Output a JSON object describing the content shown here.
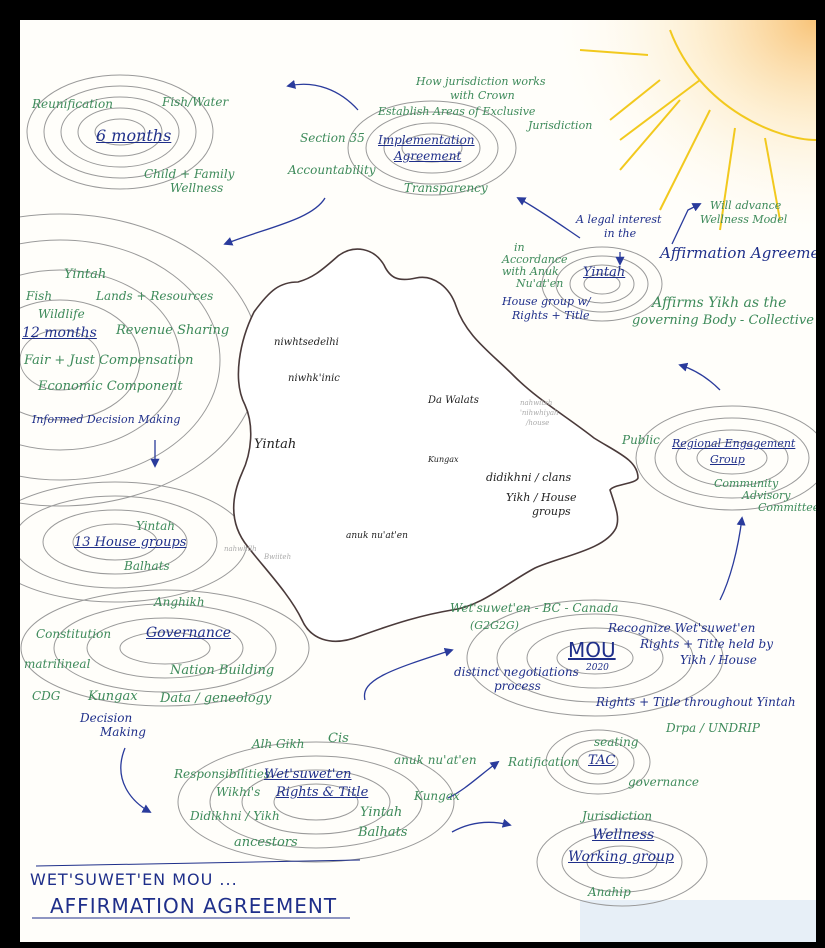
{
  "hubs": {
    "six_months": "6 months",
    "implementation": [
      "Implementation",
      "Agreement"
    ],
    "yintah_hub": "Yintah",
    "affirmation": "Affirmation Agreement",
    "twelve_months": "12 months",
    "regional": [
      "Regional Engagement",
      "Group"
    ],
    "house_groups": "13 House groups",
    "governance": "Governance",
    "mou": "MOU",
    "rights": [
      "Wet'suwet'en",
      "Rights & Title"
    ],
    "tac": "TAC",
    "wellness": [
      "Wellness",
      "Working group"
    ]
  },
  "labels": {
    "reunification": "Reunification",
    "fish_water": "Fish/Water",
    "child_family": [
      "Child + Family",
      "Wellness"
    ],
    "jurisdiction_crown": [
      "How jurisdiction works",
      "with Crown"
    ],
    "exclusive": [
      "Establish Areas of Exclusive",
      "Jurisdiction"
    ],
    "section35": "Section 35",
    "accountability": "Accountability",
    "transparency": "Transparency",
    "will_advance": [
      "Will advance",
      "Wellness Model"
    ],
    "legal_interest": [
      "A legal interest",
      "in the"
    ],
    "in_accordance": [
      "in",
      "Accordance",
      "with Anuk",
      "Nu'at'en"
    ],
    "house_group_rights": [
      "House group w/",
      "Rights + Title"
    ],
    "affirms": [
      "Affirms Yikh as the",
      "governing Body - Collective"
    ],
    "yintah_12": "Yintah",
    "fish": "Fish",
    "wildlife": "Wildlife",
    "lands": "Lands + Resources",
    "revenue": "Revenue Sharing",
    "fair": "Fair + Just Compensation",
    "economic": "Economic Component",
    "informed": "Informed Decision Making",
    "public": "Public",
    "community": [
      "Community",
      "Advisory",
      "Committee"
    ],
    "yintah_13": "Yintah",
    "balhats_13": "Balhats",
    "anghikh": "Anghikh",
    "constitution": "Constitution",
    "matrilineal": "matrilineal",
    "nation_building": "Nation Building",
    "cdg": "CDG",
    "kungax_gov": "Kungax",
    "data_gen": "Data / geneology",
    "decision": [
      "Decision",
      "Making"
    ],
    "wbc": [
      "Wet'suwet'en - BC - Canada",
      "(G2G2G)"
    ],
    "recognize": [
      "Recognize Wet'suwet'en",
      "Rights + Title held by",
      "Yikh / House"
    ],
    "mou_year": "2020",
    "distinct": [
      "distinct negotiations",
      "process"
    ],
    "rights_throughout": "Rights + Title throughout Yintah",
    "drpa": "Drpa / UNDRIP",
    "cis": "Cis",
    "alhgikh": "Alh Gikh",
    "responsibilities": "Responsibilities",
    "anuk": "anuk nu'at'en",
    "wikhi": "Wikhi's",
    "kungax_rt": "Kungax",
    "didikhni_yikh": "Didikhni / Yikh",
    "yintah_rt": "Yintah",
    "ancestors": "ancestors",
    "balhats_rt": "Balhats",
    "seating": "seating",
    "ratification": "Ratification",
    "tac_gov": "governance",
    "jurisdiction_w": "Jurisdiction",
    "anahip": "Anahip"
  },
  "map": {
    "niwhtsedelhi": "niwhtsedelhi",
    "niwhkinic": "niwhk'inic",
    "yintah": "Yintah",
    "dawalats": "Da Walats",
    "kungax": "Kungax",
    "didikhni": "didikhni / clans",
    "yikh": [
      "Yikh / House",
      "groups"
    ],
    "anuk": "anuk nu'at'en",
    "faint_left": [
      "nahwhilh",
      "Bwiiteh"
    ],
    "faint_right": [
      "nahwitsh",
      "'nihwhiyah",
      "/house"
    ]
  },
  "footer": {
    "line1": "WET'SUWET'EN MOU ...",
    "line2": "AFFIRMATION AGREEMENT"
  }
}
